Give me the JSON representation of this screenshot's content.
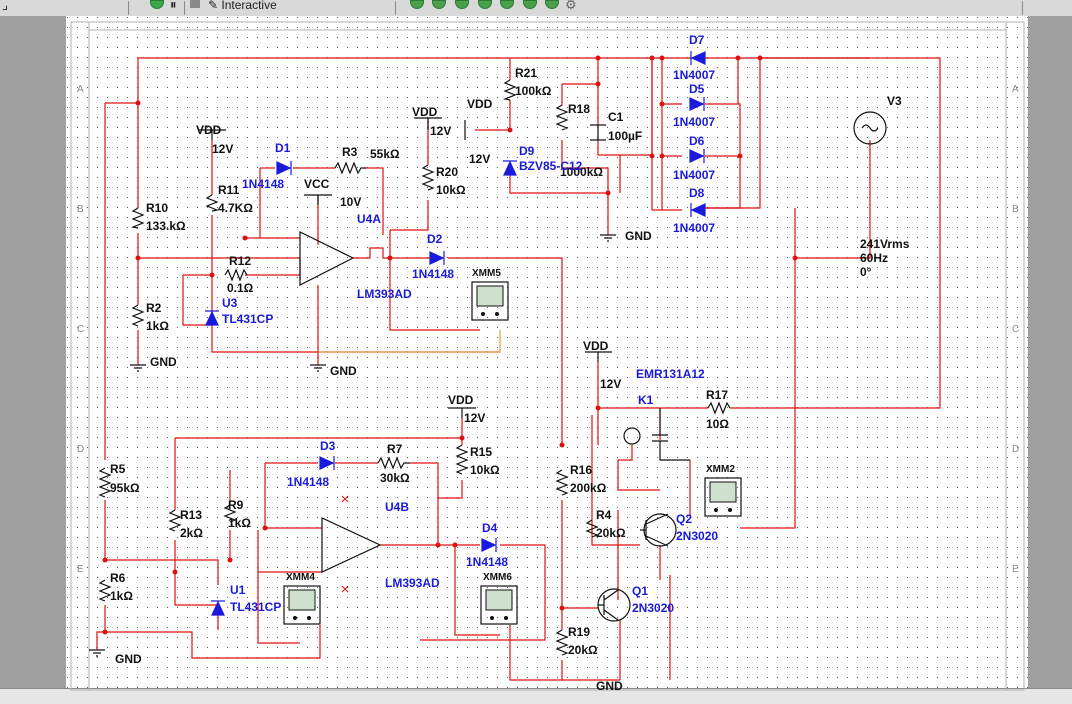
{
  "toolbar": {
    "mode_label": "Interactive"
  },
  "sheet": {
    "row_labels": [
      "A",
      "B",
      "C",
      "D",
      "E"
    ]
  },
  "components": {
    "D7": {
      "ref": "D7",
      "value": "1N4007"
    },
    "D5": {
      "ref": "D5",
      "value": "1N4007"
    },
    "D6": {
      "ref": "D6",
      "value": "1N4007"
    },
    "D8": {
      "ref": "D8",
      "value": "1N4007"
    },
    "R21": {
      "ref": "R21",
      "value": "100kΩ"
    },
    "R18": {
      "ref": "R18",
      "value": "1000kΩ"
    },
    "C1": {
      "ref": "C1",
      "value": "100µF"
    },
    "V3": {
      "ref": "V3",
      "amplitude": "241Vrms",
      "freq": "60Hz",
      "phase": "0°"
    },
    "D9": {
      "ref": "D9",
      "value": "BZV85-C12"
    },
    "VDD_top1": {
      "name": "VDD",
      "voltage": "12V"
    },
    "VDD_top2": {
      "name": "VDD",
      "voltage": "12V"
    },
    "VDD_top3": {
      "name": "VDD",
      "voltage": "12V"
    },
    "VDD_mid": {
      "name": "VDD",
      "voltage": "12V"
    },
    "VDD_k1": {
      "name": "VDD",
      "voltage": "12V"
    },
    "VCC": {
      "name": "VCC",
      "voltage": "10V"
    },
    "D1": {
      "ref": "D1",
      "value": "1N4148"
    },
    "R3": {
      "ref": "R3",
      "value": "55kΩ"
    },
    "R20": {
      "ref": "R20",
      "value": "10kΩ"
    },
    "U4A": {
      "ref": "U4A",
      "value": "LM393AD"
    },
    "D2": {
      "ref": "D2",
      "value": "1N4148"
    },
    "XMM5": {
      "ref": "XMM5"
    },
    "R10": {
      "ref": "R10",
      "value": "133.kΩ"
    },
    "R11": {
      "ref": "R11",
      "value": "4.7KΩ"
    },
    "R12": {
      "ref": "R12",
      "value": "0.1Ω"
    },
    "U3": {
      "ref": "U3",
      "value": "TL431CP"
    },
    "R2": {
      "ref": "R2",
      "value": "1kΩ"
    },
    "GND_label": "GND",
    "EMR": {
      "value": "EMR131A12"
    },
    "K1": {
      "ref": "K1"
    },
    "R17": {
      "ref": "R17",
      "value": "10Ω"
    },
    "XMM2": {
      "ref": "XMM2"
    },
    "D3": {
      "ref": "D3",
      "value": "1N4148"
    },
    "R7": {
      "ref": "R7",
      "value": "30kΩ"
    },
    "R15": {
      "ref": "R15",
      "value": "10kΩ"
    },
    "U4B": {
      "ref": "U4B",
      "value": "LM393AD"
    },
    "R5": {
      "ref": "R5",
      "value": "95kΩ"
    },
    "R13": {
      "ref": "R13",
      "value": "2kΩ"
    },
    "R9": {
      "ref": "R9",
      "value": "1kΩ"
    },
    "D4": {
      "ref": "D4",
      "value": "1N4148"
    },
    "R16": {
      "ref": "R16",
      "value": "200kΩ"
    },
    "R4": {
      "ref": "R4",
      "value": "20kΩ"
    },
    "Q2": {
      "ref": "Q2",
      "value": "2N3020"
    },
    "XMM4": {
      "ref": "XMM4"
    },
    "XMM6": {
      "ref": "XMM6"
    },
    "R6": {
      "ref": "R6",
      "value": "1kΩ"
    },
    "U1": {
      "ref": "U1",
      "value": "TL431CP"
    },
    "Q1": {
      "ref": "Q1",
      "value": "2N3020"
    },
    "R19": {
      "ref": "R19",
      "value": "20kΩ"
    }
  },
  "colors": {
    "wire": "#e01010",
    "orange_wire": "#e0a040",
    "sheet_bg": "#ffffff",
    "frame_bg": "#a0a0a0",
    "ref_text": "#1a1adc"
  }
}
